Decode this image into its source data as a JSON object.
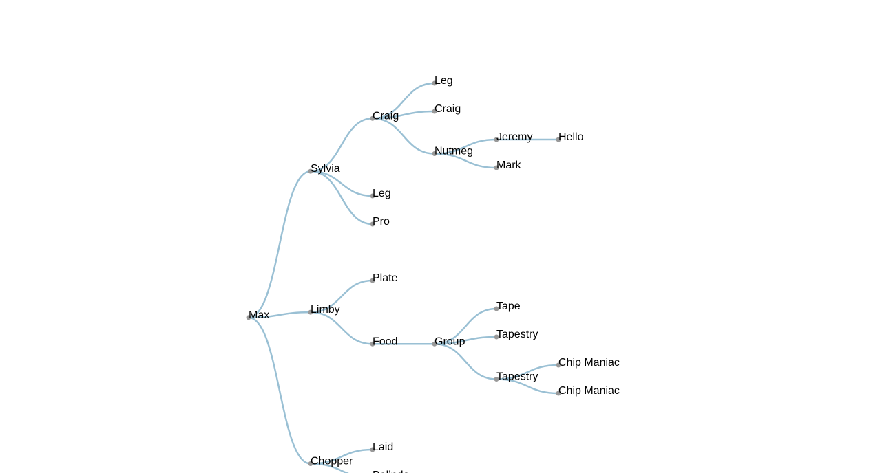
{
  "colors": {
    "link": "#9ac0d4",
    "node": "#999999",
    "text": "#000000",
    "background": "#ffffff"
  },
  "tree": {
    "name": "Max",
    "children": [
      {
        "name": "Sylvia",
        "children": [
          {
            "name": "Craig",
            "children": [
              {
                "name": "Leg"
              },
              {
                "name": "Craig"
              },
              {
                "name": "Nutmeg",
                "children": [
                  {
                    "name": "Jeremy",
                    "children": [
                      {
                        "name": "Hello"
                      }
                    ]
                  },
                  {
                    "name": "Mark"
                  }
                ]
              }
            ]
          },
          {
            "name": "Leg"
          },
          {
            "name": "Pro"
          }
        ]
      },
      {
        "name": "Limby",
        "children": [
          {
            "name": "Plate"
          },
          {
            "name": "Food",
            "children": [
              {
                "name": "Group",
                "children": [
                  {
                    "name": "Tape"
                  },
                  {
                    "name": "Tapestry"
                  },
                  {
                    "name": "Tapestry",
                    "children": [
                      {
                        "name": "Chip Maniac"
                      },
                      {
                        "name": "Chip Maniac"
                      }
                    ]
                  }
                ]
              }
            ]
          }
        ]
      },
      {
        "name": "Chopper",
        "children": [
          {
            "name": "Laid"
          },
          {
            "name": "Belinda"
          }
        ]
      }
    ]
  }
}
